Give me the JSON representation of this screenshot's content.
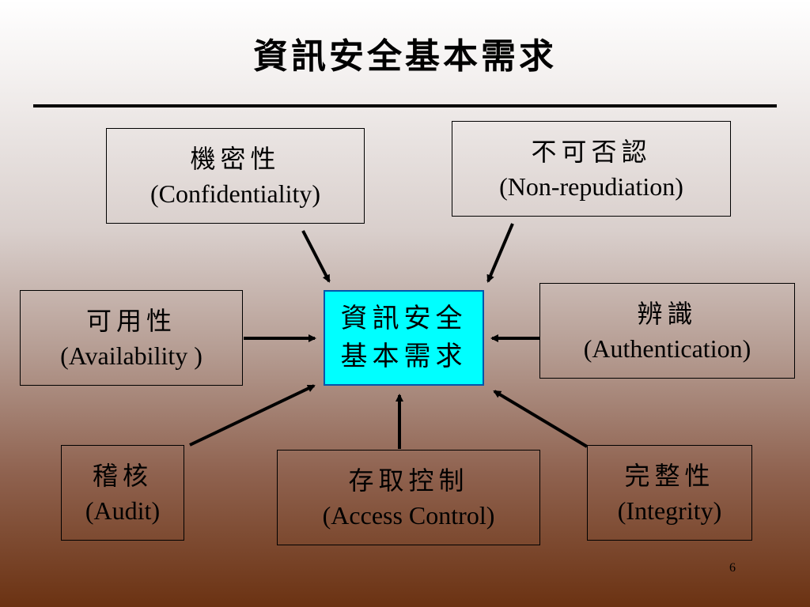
{
  "slide": {
    "title": "資訊安全基本需求",
    "page_number": "6"
  },
  "center": {
    "line1": "資訊安全",
    "line2": "基本需求",
    "fill_color": "#00ffff"
  },
  "nodes": {
    "confidentiality": {
      "zh": "機密性",
      "en": "(Confidentiality)"
    },
    "non_repudiation": {
      "zh": "不可否認",
      "en": "(Non-repudiation)"
    },
    "availability": {
      "zh": "可用性",
      "en": "(Availability )"
    },
    "authentication": {
      "zh": "辨識",
      "en": "(Authentication)"
    },
    "audit": {
      "zh": "稽核",
      "en": "(Audit)"
    },
    "access_control": {
      "zh": "存取控制",
      "en": "(Access Control)"
    },
    "integrity": {
      "zh": "完整性",
      "en": "(Integrity)"
    }
  },
  "arrows": [
    {
      "from": "confidentiality",
      "to": "center"
    },
    {
      "from": "non_repudiation",
      "to": "center"
    },
    {
      "from": "availability",
      "to": "center"
    },
    {
      "from": "authentication",
      "to": "center"
    },
    {
      "from": "audit",
      "to": "center"
    },
    {
      "from": "access_control",
      "to": "center"
    },
    {
      "from": "integrity",
      "to": "center"
    }
  ]
}
